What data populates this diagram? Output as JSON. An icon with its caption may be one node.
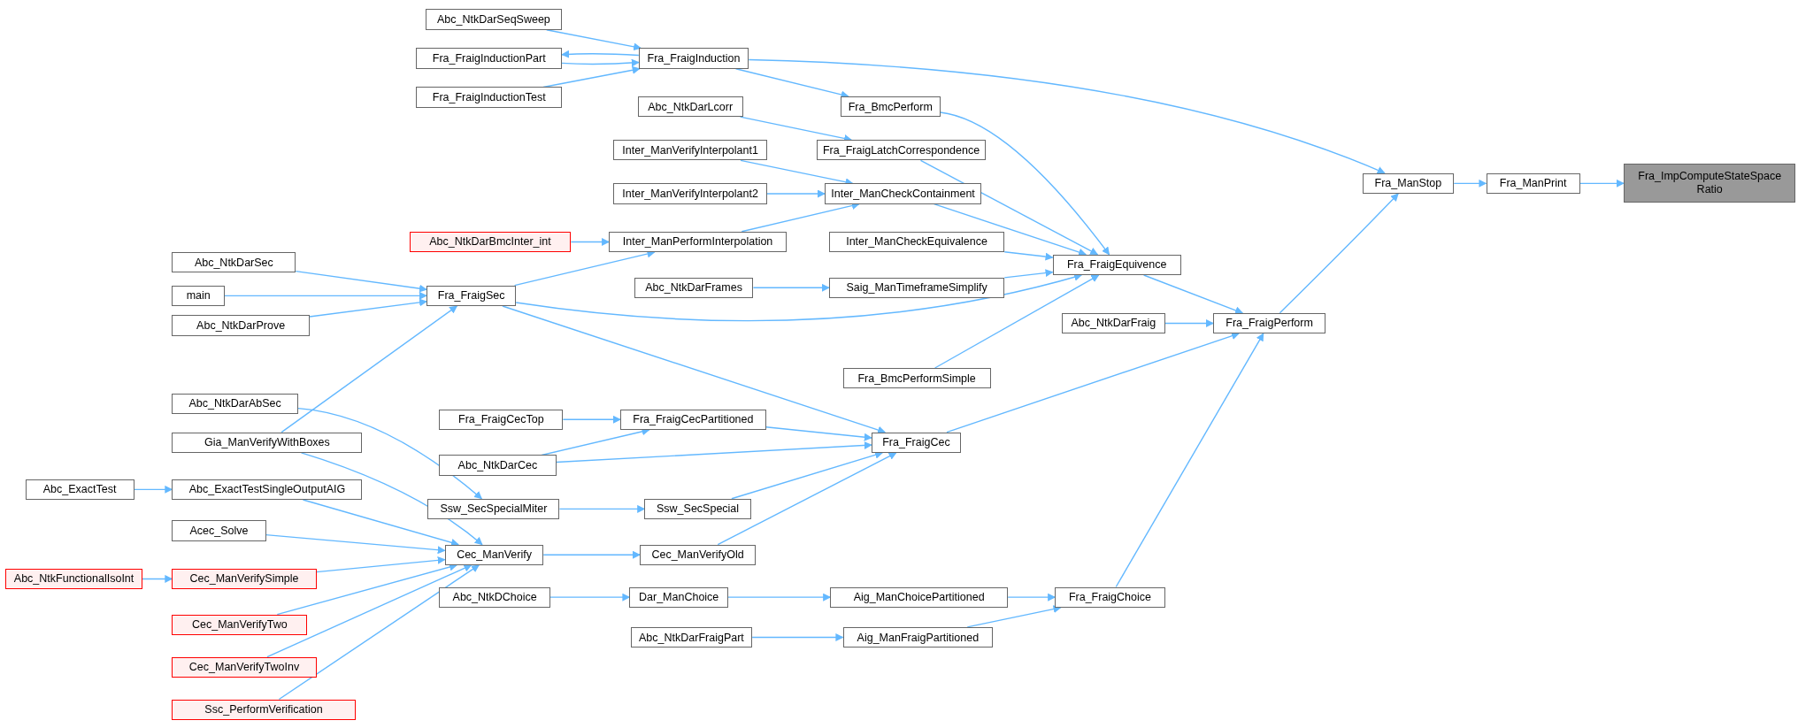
{
  "diagram": {
    "nodes": [
      {
        "text": [
          "Fra_ImpComputeStateSpace Ratio"
        ]
      },
      {
        "text": [
          "Fra_ManPrint"
        ]
      },
      {
        "text": [
          "Fra_ManStop"
        ]
      },
      {
        "text": [
          "Fra_FraigInduction"
        ]
      },
      {
        "text": [
          "Abc_NtkDarSeqSweep"
        ]
      },
      {
        "text": [
          "Fra_FraigInductionPart"
        ]
      },
      {
        "text": [
          "Fra_FraigInductionTest"
        ]
      },
      {
        "text": [
          "Fra_FraigPerform"
        ]
      },
      {
        "text": [
          "Fra_FraigEquivence"
        ]
      },
      {
        "text": [
          "Fra_BmcPerform"
        ]
      },
      {
        "text": [
          "Abc_NtkDarLcorr"
        ]
      },
      {
        "text": [
          "Fra_FraigLatchCorrespondence"
        ]
      },
      {
        "text": [
          "Inter_ManCheckContainment"
        ]
      },
      {
        "text": [
          "Inter_ManVerifyInterpolant1"
        ]
      },
      {
        "text": [
          "Inter_ManVerifyInterpolant2"
        ]
      },
      {
        "text": [
          "Inter_ManPerformInterpolation"
        ]
      },
      {
        "text": [
          "Abc_NtkDarBmcInter_int"
        ]
      },
      {
        "text": [
          "Fra_FraigSec"
        ]
      },
      {
        "text": [
          "Abc_NtkDarSec"
        ]
      },
      {
        "text": [
          "main"
        ]
      },
      {
        "text": [
          "Abc_NtkDarProve"
        ]
      },
      {
        "text": [
          "Gia_ManVerifyWithBoxes"
        ]
      },
      {
        "text": [
          "Inter_ManCheckEquivalence"
        ]
      },
      {
        "text": [
          "Saig_ManTimeframeSimplify"
        ]
      },
      {
        "text": [
          "Abc_NtkDarFrames"
        ]
      },
      {
        "text": [
          "Fra_BmcPerformSimple"
        ]
      },
      {
        "text": [
          "Abc_NtkDarFraig"
        ]
      },
      {
        "text": [
          "Fra_FraigCec"
        ]
      },
      {
        "text": [
          "Fra_FraigCecPartitioned"
        ]
      },
      {
        "text": [
          "Fra_FraigCecTop"
        ]
      },
      {
        "text": [
          "Abc_NtkDarCec"
        ]
      },
      {
        "text": [
          "Ssw_SecSpecial"
        ]
      },
      {
        "text": [
          "Ssw_SecSpecialMiter"
        ]
      },
      {
        "text": [
          "Abc_NtkDarAbSec"
        ]
      },
      {
        "text": [
          "Cec_ManVerifyOld"
        ]
      },
      {
        "text": [
          "Cec_ManVerify"
        ]
      },
      {
        "text": [
          "Abc_ExactTestSingleOutputAIG"
        ]
      },
      {
        "text": [
          "Abc_ExactTest"
        ]
      },
      {
        "text": [
          "Acec_Solve"
        ]
      },
      {
        "text": [
          "Cec_ManVerifySimple"
        ]
      },
      {
        "text": [
          "Abc_NtkFunctionalIsoInt"
        ]
      },
      {
        "text": [
          "Cec_ManVerifyTwo"
        ]
      },
      {
        "text": [
          "Cec_ManVerifyTwoInv"
        ]
      },
      {
        "text": [
          "Ssc_PerformVerification"
        ]
      },
      {
        "text": [
          "Fra_FraigChoice"
        ]
      },
      {
        "text": [
          "Aig_ManChoicePartitioned"
        ]
      },
      {
        "text": [
          "Dar_ManChoice"
        ]
      },
      {
        "text": [
          "Abc_NtkDChoice"
        ]
      },
      {
        "text": [
          "Aig_ManFraigPartitioned"
        ]
      },
      {
        "text": [
          "Abc_NtkDarFraigPart"
        ]
      }
    ],
    "edges": [
      {
        "from": 1,
        "to": 0,
        "arrow": "to"
      },
      {
        "from": 2,
        "to": 1,
        "arrow": "to"
      },
      {
        "from": 3,
        "to": 2,
        "arrow": "to"
      },
      {
        "from": 7,
        "to": 2,
        "arrow": "to"
      },
      {
        "from": 4,
        "to": 3,
        "arrow": "to"
      },
      {
        "from": 3,
        "to": 5,
        "arrow": "to"
      },
      {
        "from": 5,
        "to": 3,
        "arrow": "to"
      },
      {
        "from": 6,
        "to": 3,
        "arrow": "to"
      },
      {
        "from": 3,
        "to": 9,
        "arrow": "to"
      },
      {
        "from": 8,
        "to": 7,
        "arrow": "to"
      },
      {
        "from": 26,
        "to": 7,
        "arrow": "to"
      },
      {
        "from": 27,
        "to": 7,
        "arrow": "to"
      },
      {
        "from": 44,
        "to": 7,
        "arrow": "to"
      },
      {
        "from": 9,
        "to": 8,
        "arrow": "to"
      },
      {
        "from": 11,
        "to": 8,
        "arrow": "to"
      },
      {
        "from": 12,
        "to": 8,
        "arrow": "to"
      },
      {
        "from": 22,
        "to": 8,
        "arrow": "to"
      },
      {
        "from": 23,
        "to": 8,
        "arrow": "to"
      },
      {
        "from": 17,
        "to": 8,
        "arrow": "to"
      },
      {
        "from": 25,
        "to": 8,
        "arrow": "to"
      },
      {
        "from": 10,
        "to": 11,
        "arrow": "to"
      },
      {
        "from": 13,
        "to": 12,
        "arrow": "to"
      },
      {
        "from": 14,
        "to": 12,
        "arrow": "to"
      },
      {
        "from": 15,
        "to": 12,
        "arrow": "to"
      },
      {
        "from": 16,
        "to": 15,
        "arrow": "to"
      },
      {
        "from": 17,
        "to": 15,
        "arrow": "to"
      },
      {
        "from": 18,
        "to": 17,
        "arrow": "to"
      },
      {
        "from": 19,
        "to": 17,
        "arrow": "to"
      },
      {
        "from": 20,
        "to": 17,
        "arrow": "to"
      },
      {
        "from": 21,
        "to": 17,
        "arrow": "to"
      },
      {
        "from": 24,
        "to": 23,
        "arrow": "to"
      },
      {
        "from": 17,
        "to": 27,
        "arrow": "to"
      },
      {
        "from": 28,
        "to": 27,
        "arrow": "to"
      },
      {
        "from": 30,
        "to": 27,
        "arrow": "to"
      },
      {
        "from": 31,
        "to": 27,
        "arrow": "to"
      },
      {
        "from": 34,
        "to": 27,
        "arrow": "to"
      },
      {
        "from": 29,
        "to": 28,
        "arrow": "to"
      },
      {
        "from": 30,
        "to": 28,
        "arrow": "to"
      },
      {
        "from": 32,
        "to": 31,
        "arrow": "to"
      },
      {
        "from": 33,
        "to": 32,
        "arrow": "to"
      },
      {
        "from": 35,
        "to": 34,
        "arrow": "to"
      },
      {
        "from": 21,
        "to": 35,
        "arrow": "to"
      },
      {
        "from": 36,
        "to": 35,
        "arrow": "to"
      },
      {
        "from": 38,
        "to": 35,
        "arrow": "to"
      },
      {
        "from": 39,
        "to": 35,
        "arrow": "to"
      },
      {
        "from": 41,
        "to": 35,
        "arrow": "to"
      },
      {
        "from": 42,
        "to": 35,
        "arrow": "to"
      },
      {
        "from": 43,
        "to": 35,
        "arrow": "to"
      },
      {
        "from": 37,
        "to": 36,
        "arrow": "to"
      },
      {
        "from": 40,
        "to": 39,
        "arrow": "to"
      },
      {
        "from": 45,
        "to": 44,
        "arrow": "to"
      },
      {
        "from": 48,
        "to": 44,
        "arrow": "to"
      },
      {
        "from": 46,
        "to": 45,
        "arrow": "to"
      },
      {
        "from": 47,
        "to": 46,
        "arrow": "to"
      },
      {
        "from": 49,
        "to": 48,
        "arrow": "to"
      }
    ]
  }
}
